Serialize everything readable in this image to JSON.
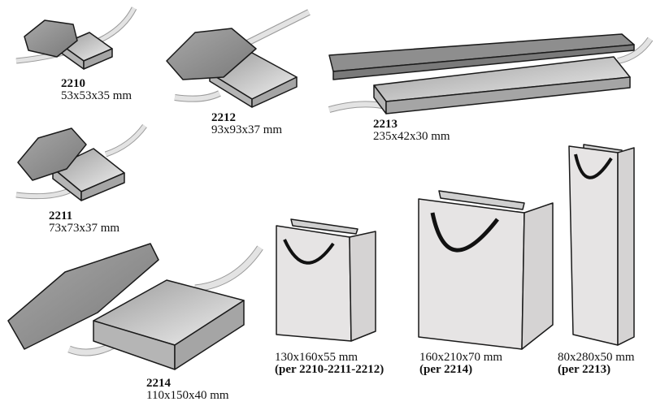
{
  "products": [
    {
      "code": "2210",
      "size": "53x53x35 mm"
    },
    {
      "code": "2211",
      "size": "73x73x37 mm"
    },
    {
      "code": "2212",
      "size": "93x93x37 mm"
    },
    {
      "code": "2213",
      "size": "235x42x30 mm"
    },
    {
      "code": "2214",
      "size": "110x150x40 mm"
    }
  ],
  "bags": [
    {
      "size": "130x160x55 mm",
      "for": "(per 2210-2211-2212)"
    },
    {
      "size": "160x210x70 mm",
      "for": "(per 2214)"
    },
    {
      "size": "80x280x50 mm",
      "for": "(per 2213)"
    }
  ],
  "colors": {
    "lid": "#8e8e8e",
    "box": "#b5b5b5",
    "inside": "#d8d8d8",
    "bag": "#e6e4e4",
    "ribbon": "#e3e3e3",
    "outline": "#1a1a1a"
  }
}
